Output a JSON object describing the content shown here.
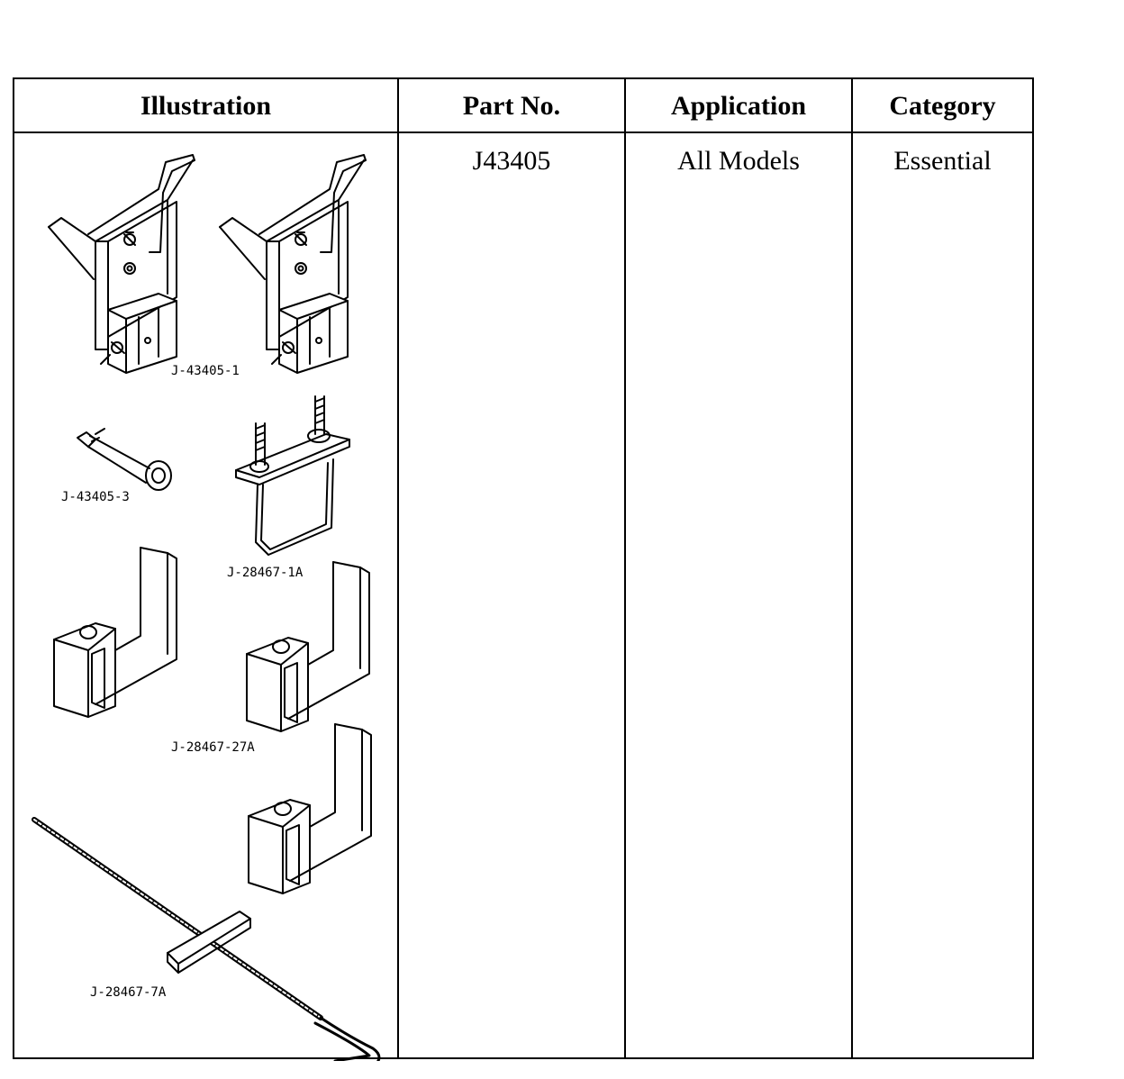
{
  "table": {
    "headers": {
      "illustration": "Illustration",
      "part_no": "Part No.",
      "application": "Application",
      "category": "Category"
    },
    "rows": [
      {
        "part_no": "J43405",
        "application": "All Models",
        "category": "Essential",
        "illustration_labels": {
          "part1": "J-43405-1",
          "part3": "J-43405-3",
          "part_1a": "J-28467-1A",
          "part_27a": "J-28467-27A",
          "part_7a": "J-28467-7A"
        }
      }
    ]
  }
}
